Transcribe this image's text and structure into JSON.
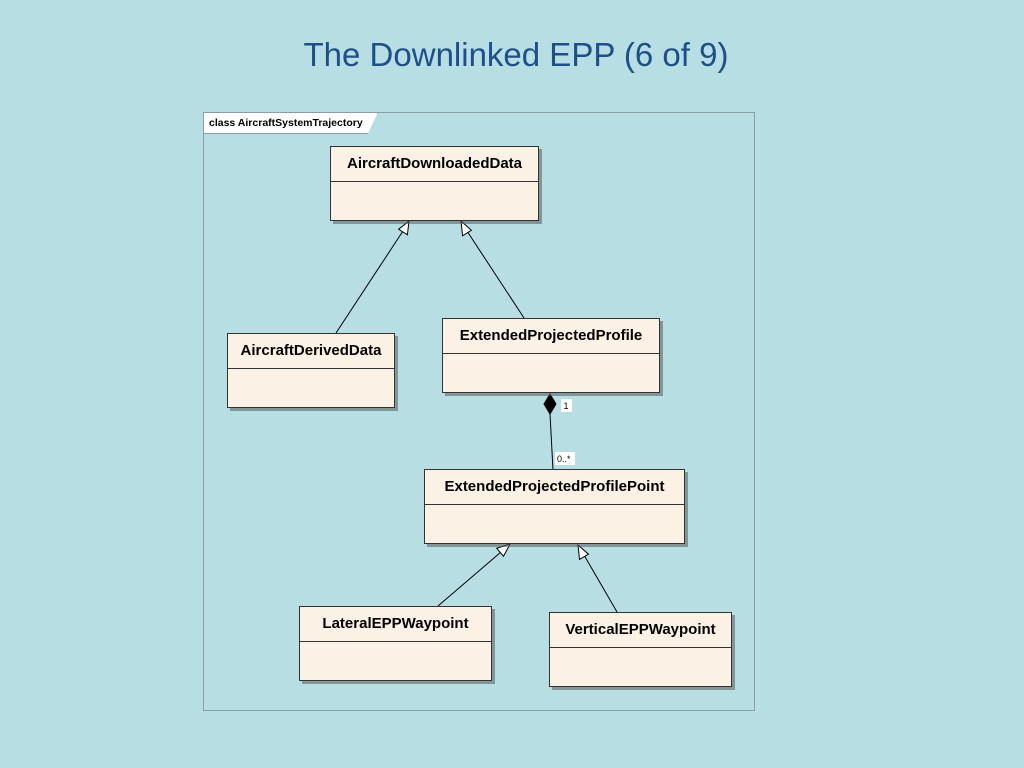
{
  "slide": {
    "title": "The Downlinked EPP (6 of 9)"
  },
  "diagram": {
    "frame_label": "class AircraftSystemTrajectory",
    "classes": {
      "aircraft_downloaded_data": "AircraftDownloadedData",
      "aircraft_derived_data": "AircraftDerivedData",
      "extended_projected_profile": "ExtendedProjectedProfile",
      "extended_projected_profile_point": "ExtendedProjectedProfilePoint",
      "lateral_epp_waypoint": "LateralEPPWaypoint",
      "vertical_epp_waypoint": "VerticalEPPWaypoint"
    },
    "composition": {
      "whole_multiplicity": "1",
      "part_multiplicity": "0..*"
    }
  },
  "colors": {
    "background": "#b7dfe3",
    "title": "#1f4f8a",
    "class_fill": "#fbf1e4"
  }
}
